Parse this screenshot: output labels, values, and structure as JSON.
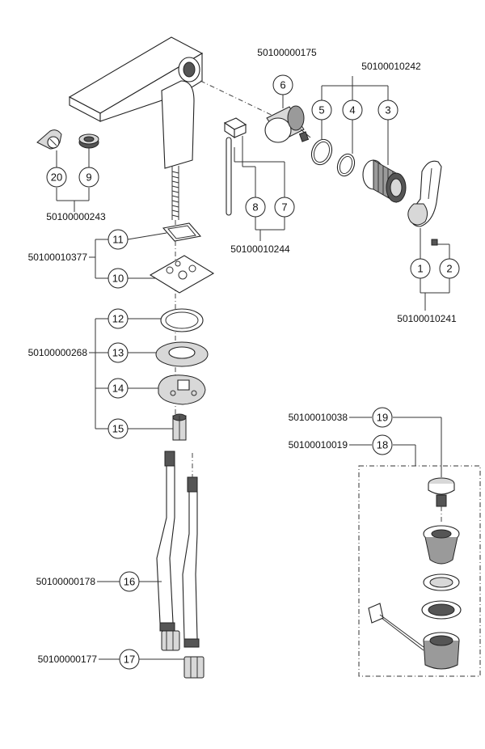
{
  "callouts": [
    {
      "id": "c1",
      "num": "1"
    },
    {
      "id": "c2",
      "num": "2"
    },
    {
      "id": "c3",
      "num": "3"
    },
    {
      "id": "c4",
      "num": "4"
    },
    {
      "id": "c5",
      "num": "5"
    },
    {
      "id": "c6",
      "num": "6"
    },
    {
      "id": "c7",
      "num": "7"
    },
    {
      "id": "c8",
      "num": "8"
    },
    {
      "id": "c9",
      "num": "9"
    },
    {
      "id": "c10",
      "num": "10"
    },
    {
      "id": "c11",
      "num": "11"
    },
    {
      "id": "c12",
      "num": "12"
    },
    {
      "id": "c13",
      "num": "13"
    },
    {
      "id": "c14",
      "num": "14"
    },
    {
      "id": "c15",
      "num": "15"
    },
    {
      "id": "c16",
      "num": "16"
    },
    {
      "id": "c17",
      "num": "17"
    },
    {
      "id": "c18",
      "num": "18"
    },
    {
      "id": "c19",
      "num": "19"
    },
    {
      "id": "c20",
      "num": "20"
    }
  ],
  "part_numbers": {
    "cartridge_6": "50100000175",
    "handle_set_3_4_5": "50100010242",
    "aerator_set_9_20": "50100000243",
    "lever_set_7_8": "50100010244",
    "mounting_plate_set_10_11": "50100010377",
    "handle_screw_set_1_2": "50100010241",
    "mounting_set_12_15": "50100000268",
    "pop_up_19": "50100010038",
    "drain_set_18": "50100010019",
    "hose_16": "50100000178",
    "hose_17": "50100000177"
  }
}
